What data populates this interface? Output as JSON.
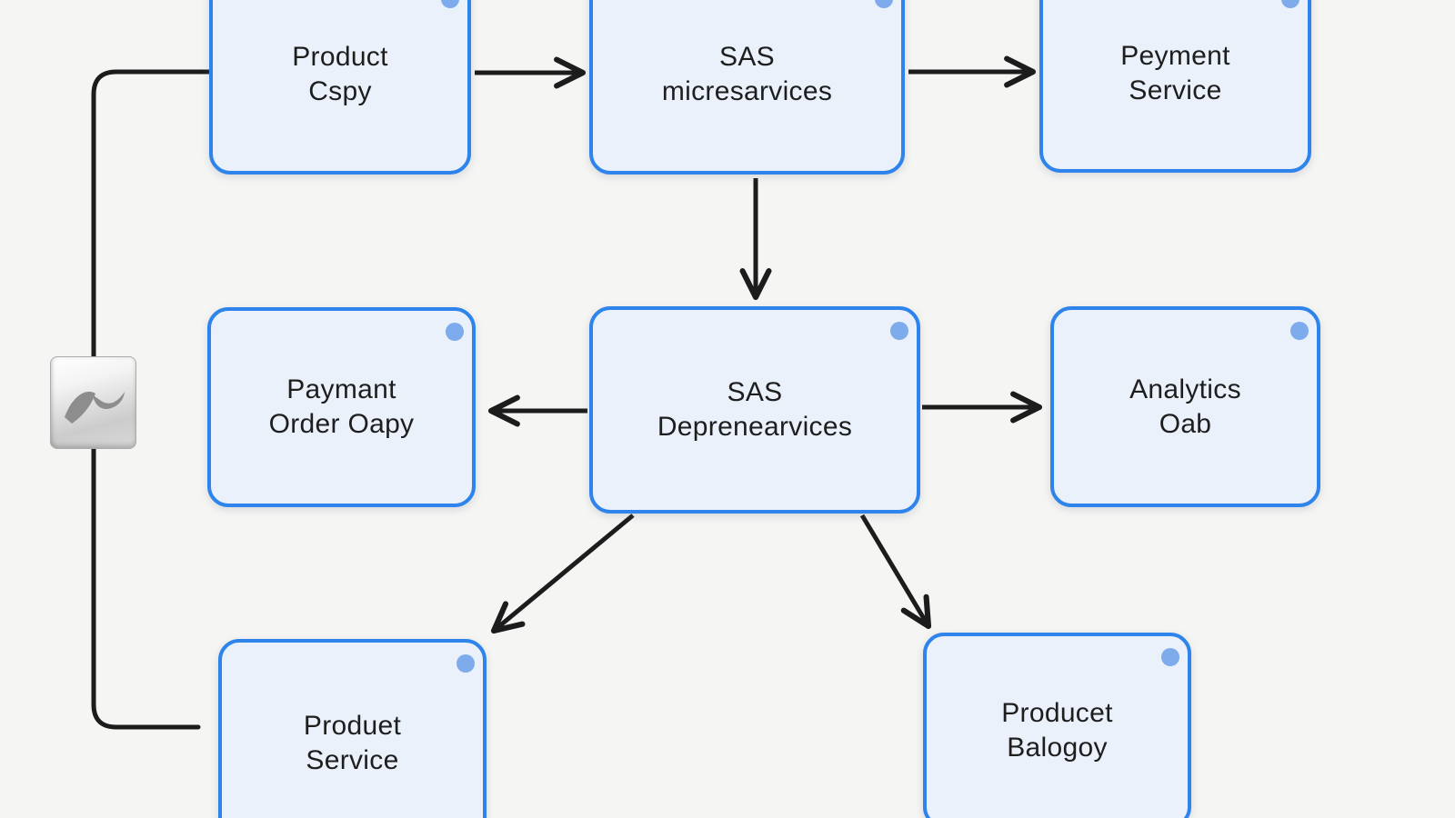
{
  "diagram": {
    "type": "flowchart",
    "nodes": [
      {
        "id": "product-copy",
        "label": "Product\nCspy"
      },
      {
        "id": "sas-microservices",
        "label": "SAS\nmicresarvices"
      },
      {
        "id": "payment-service",
        "label": "Peyment\nService"
      },
      {
        "id": "payment-order-copy",
        "label": "Paymant\nOrder Oapy"
      },
      {
        "id": "sas-depservices",
        "label": "SAS\nDeprenearvices"
      },
      {
        "id": "analytics-dab",
        "label": "Analytics\nOab"
      },
      {
        "id": "product-service",
        "label": "Produet\nService"
      },
      {
        "id": "product-catalog",
        "label": "Producet\nBalogoy"
      }
    ],
    "edges": [
      {
        "from": "product-copy",
        "to": "sas-microservices",
        "style": "arrow"
      },
      {
        "from": "sas-microservices",
        "to": "payment-service",
        "style": "arrow"
      },
      {
        "from": "sas-microservices",
        "to": "sas-depservices",
        "style": "arrow"
      },
      {
        "from": "sas-depservices",
        "to": "payment-order-copy",
        "style": "arrow"
      },
      {
        "from": "sas-depservices",
        "to": "analytics-dab",
        "style": "arrow"
      },
      {
        "from": "sas-depservices",
        "to": "product-service",
        "style": "arrow"
      },
      {
        "from": "sas-depservices",
        "to": "product-catalog",
        "style": "arrow"
      },
      {
        "from": "product-copy",
        "to": "product-service",
        "style": "elbow-line"
      }
    ],
    "icon": {
      "name": "wave-icon"
    },
    "colors": {
      "node_fill": "#eaf1fb",
      "node_border": "#2f84ec",
      "corner_dot": "#7dabec",
      "connector": "#1c1c1c",
      "background": "#f5f5f3",
      "text": "#1e1e1e"
    }
  }
}
